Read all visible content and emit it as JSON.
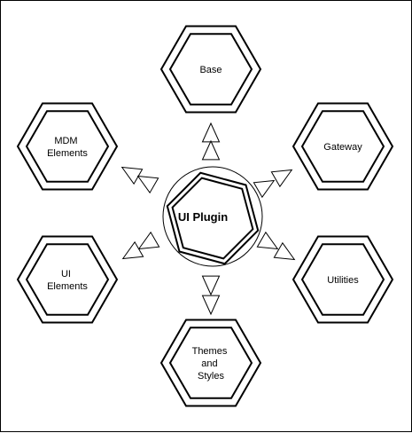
{
  "diagram": {
    "core": {
      "label": "UI Plugin"
    },
    "modules": [
      {
        "id": "base",
        "label": [
          "Base"
        ]
      },
      {
        "id": "gateway",
        "label": [
          "Gateway"
        ]
      },
      {
        "id": "utilities",
        "label": [
          "Utilities"
        ]
      },
      {
        "id": "themes-and-styles",
        "label": [
          "Themes",
          "and",
          "Styles"
        ]
      },
      {
        "id": "ui-elements",
        "label": [
          "UI",
          "Elements"
        ]
      },
      {
        "id": "mdm-elements",
        "label": [
          "MDM",
          "Elements"
        ]
      }
    ],
    "colors": {
      "stroke": "#000000",
      "fill": "#ffffff",
      "background": "#ffffff"
    }
  }
}
